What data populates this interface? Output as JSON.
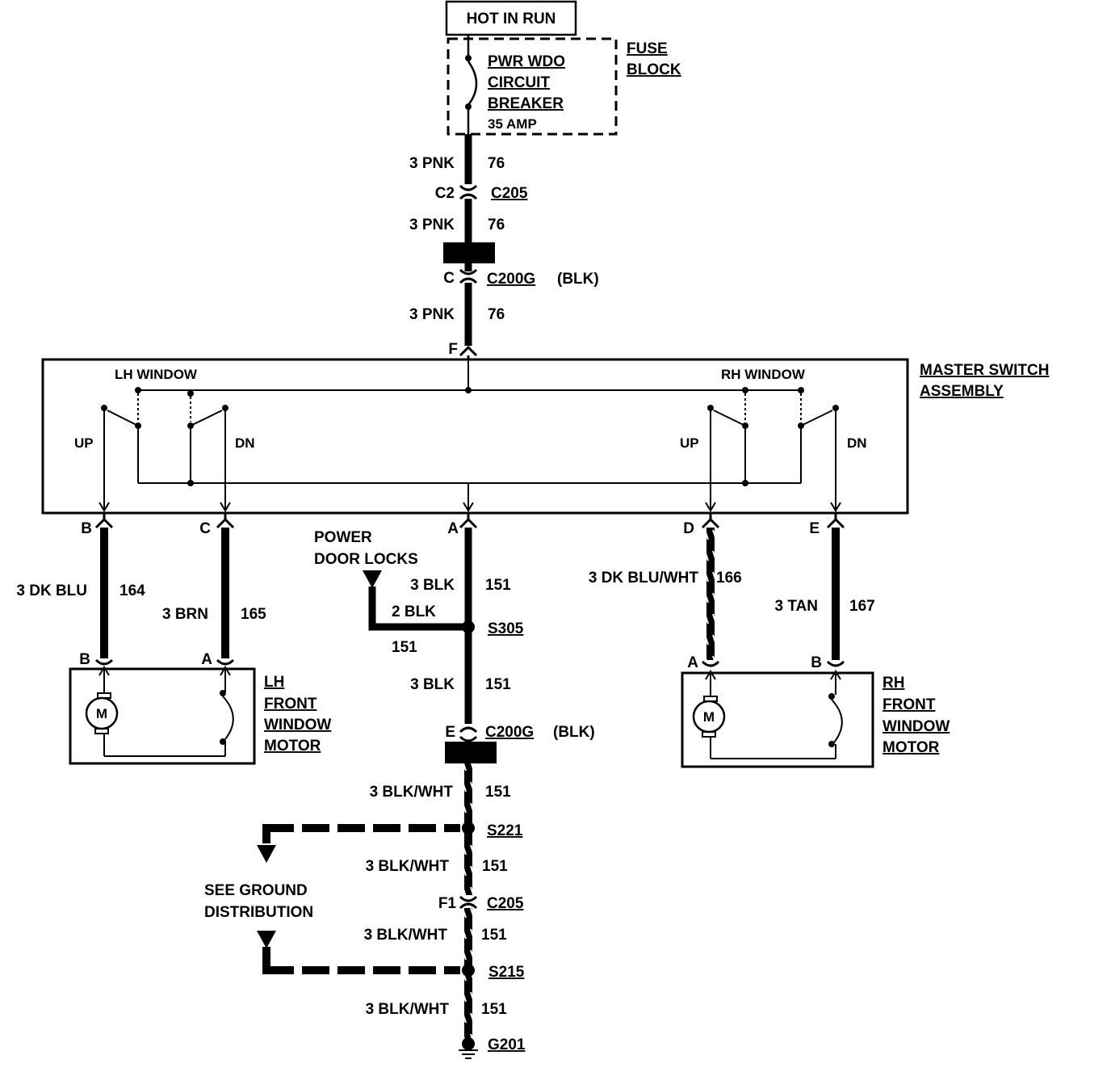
{
  "top": {
    "hot": "HOT IN RUN"
  },
  "fuse": {
    "line1": "PWR WDO",
    "line2": "CIRCUIT",
    "line3": "BREAKER",
    "line4": "35 AMP",
    "block1": "FUSE",
    "block2": "BLOCK"
  },
  "feed": {
    "wire1": "3 PNK",
    "circ1": "76",
    "c2": "C2",
    "c205": "C205",
    "wire2": "3 PNK",
    "circ2": "76",
    "cpin": "C",
    "c200g": "C200G",
    "blk": "(BLK)",
    "wire3": "3 PNK",
    "circ3": "76",
    "fpin": "F"
  },
  "master": {
    "title1": "MASTER SWITCH",
    "title2": "ASSEMBLY",
    "lh": "LH WINDOW",
    "rh": "RH WINDOW",
    "up_l": "UP",
    "dn_l": "DN",
    "up_r": "UP",
    "dn_r": "DN",
    "pin_b": "B",
    "pin_c": "C",
    "pin_a": "A",
    "pin_d": "D",
    "pin_e": "E"
  },
  "lh_wires": {
    "w1": "3 DK BLU",
    "c1": "164",
    "w2": "3 BRN",
    "c2": "165",
    "pin_b": "B",
    "pin_a": "A"
  },
  "lh_motor": {
    "l1": "LH",
    "l2": "FRONT",
    "l3": "WINDOW",
    "l4": "MOTOR",
    "m": "M"
  },
  "rh_wires": {
    "w1": "3 DK BLU/WHT",
    "c1": "166",
    "w2": "3 TAN",
    "c2": "167",
    "pin_a": "A",
    "pin_b": "B"
  },
  "rh_motor": {
    "l1": "RH",
    "l2": "FRONT",
    "l3": "WINDOW",
    "l4": "MOTOR",
    "m": "M"
  },
  "ground": {
    "pdl1": "POWER",
    "pdl2": "DOOR LOCKS",
    "w1": "3 BLK",
    "c1": "151",
    "w_br": "2 BLK",
    "c_br": "151",
    "s305": "S305",
    "w2": "3 BLK",
    "c2": "151",
    "epin": "E",
    "c200g": "C200G",
    "blk": "(BLK)",
    "w3": "3 BLK/WHT",
    "c3": "151",
    "s221": "S221",
    "w4": "3 BLK/WHT",
    "c4": "151",
    "f1": "F1",
    "c205": "C205",
    "w5": "3 BLK/WHT",
    "c5": "151",
    "s215": "S215",
    "w6": "3 BLK/WHT",
    "c6": "151",
    "g201": "G201",
    "see1": "SEE GROUND",
    "see2": "DISTRIBUTION"
  }
}
